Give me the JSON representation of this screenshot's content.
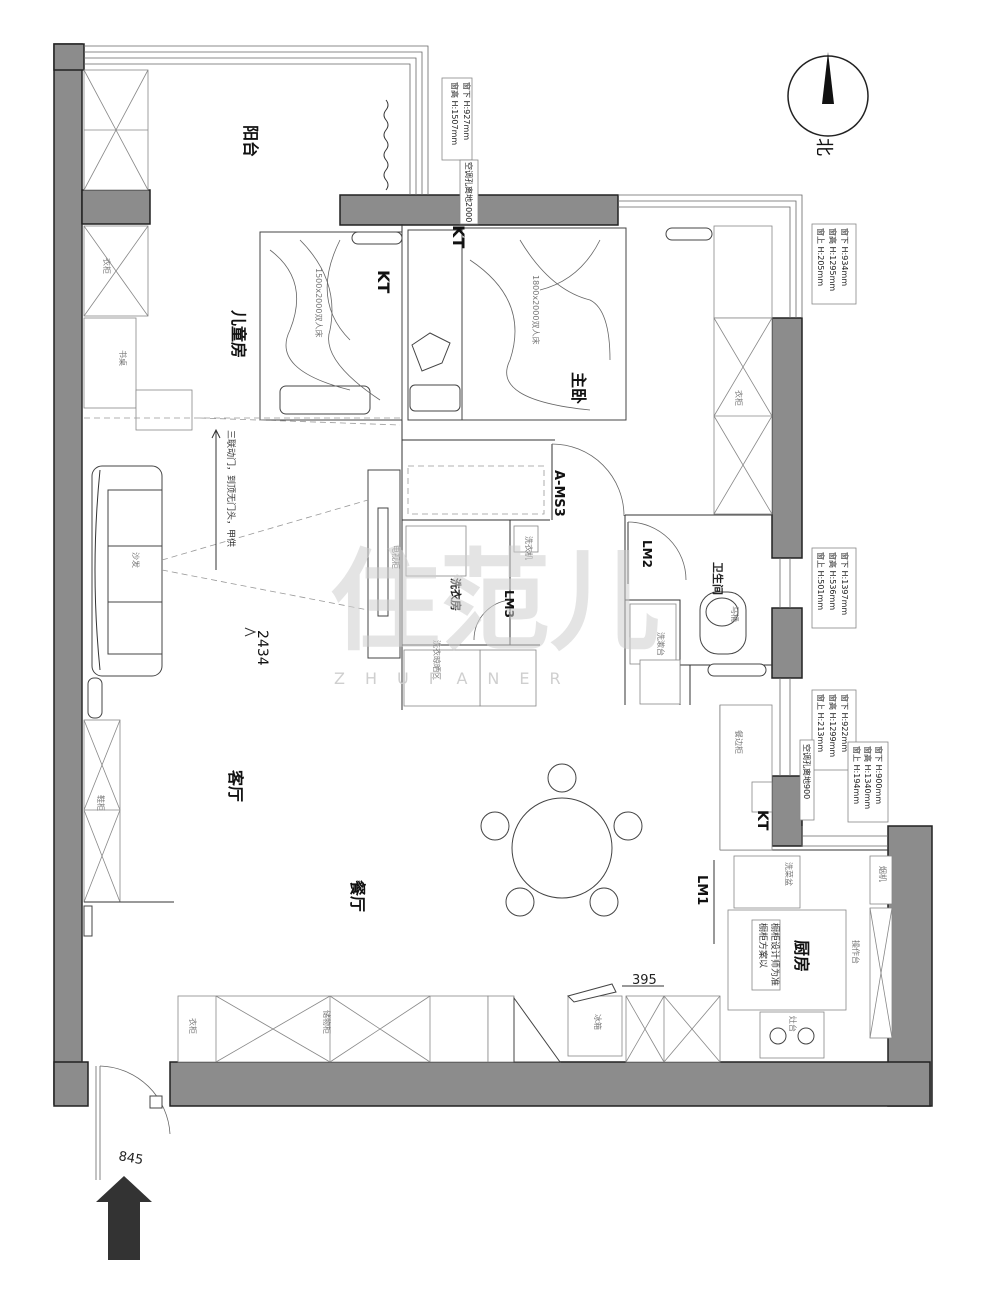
{
  "rooms": {
    "balcony": "阳台",
    "kids_room": "儿童房",
    "master_bedroom": "主卧",
    "living_room": "客厅",
    "dining_room": "餐厅",
    "kitchen": "厨房",
    "bathroom": "卫生间",
    "laundry": "洗衣房"
  },
  "labels": {
    "kt1": "KT",
    "kt2": "KT",
    "kt3": "KT",
    "door_ams3": "A-MS3",
    "door_lm1": "LM1",
    "door_lm2": "LM2",
    "door_lm3": "LM3",
    "sliding_note": "三联动门，到顶无门头，甲供",
    "kitchen_note_1": "橱柜方案以",
    "kitchen_note_2": "橱柜设计师为准",
    "ac_note_1": "空调孔离地2000",
    "ac_note_2": "空调孔离地900"
  },
  "furniture": {
    "sofa": "沙发",
    "wardrobe_1": "衣柜",
    "wardrobe_2": "衣柜",
    "wardrobe_3": "衣柜",
    "desk": "书桌",
    "tv_cabinet": "电视柜",
    "shoe_cabinet": "鞋柜",
    "storage_cabinet": "储物柜",
    "fridge": "冰箱",
    "side_cabinet": "餐边柜",
    "toilet": "马桶",
    "washbasin": "洗漱台",
    "washer": "洗衣机",
    "kitchen_counter": "操作台",
    "sink": "洗菜盆",
    "hood": "烟机",
    "bed_kids": "1500x2000双人床",
    "bed_master": "1800x2000双人床",
    "stove": "灶台",
    "laundry_area": "洗衣晾晒区"
  },
  "windows": {
    "w1": [
      "窗高 H:1507mm",
      "窗下 H:927mm"
    ],
    "w2": [
      "窗上 H:205mm",
      "窗高 H:1295mm",
      "窗下 H:934mm"
    ],
    "w3": [
      "窗上 H:501mm",
      "窗高 H:536mm",
      "窗下 H:1397mm"
    ],
    "w4": [
      "窗上 H:213mm",
      "窗高 H:1299mm",
      "窗下 H:922mm"
    ],
    "w5": [
      "窗上 H:194mm",
      "窗高 H:1340mm",
      "窗下 H:900mm"
    ]
  },
  "dimensions": {
    "d1": "2434",
    "d2": "395",
    "d3": "845"
  },
  "compass": {
    "label": "北"
  },
  "watermark": {
    "main": "住范儿",
    "sub": "ZHUFANER"
  }
}
